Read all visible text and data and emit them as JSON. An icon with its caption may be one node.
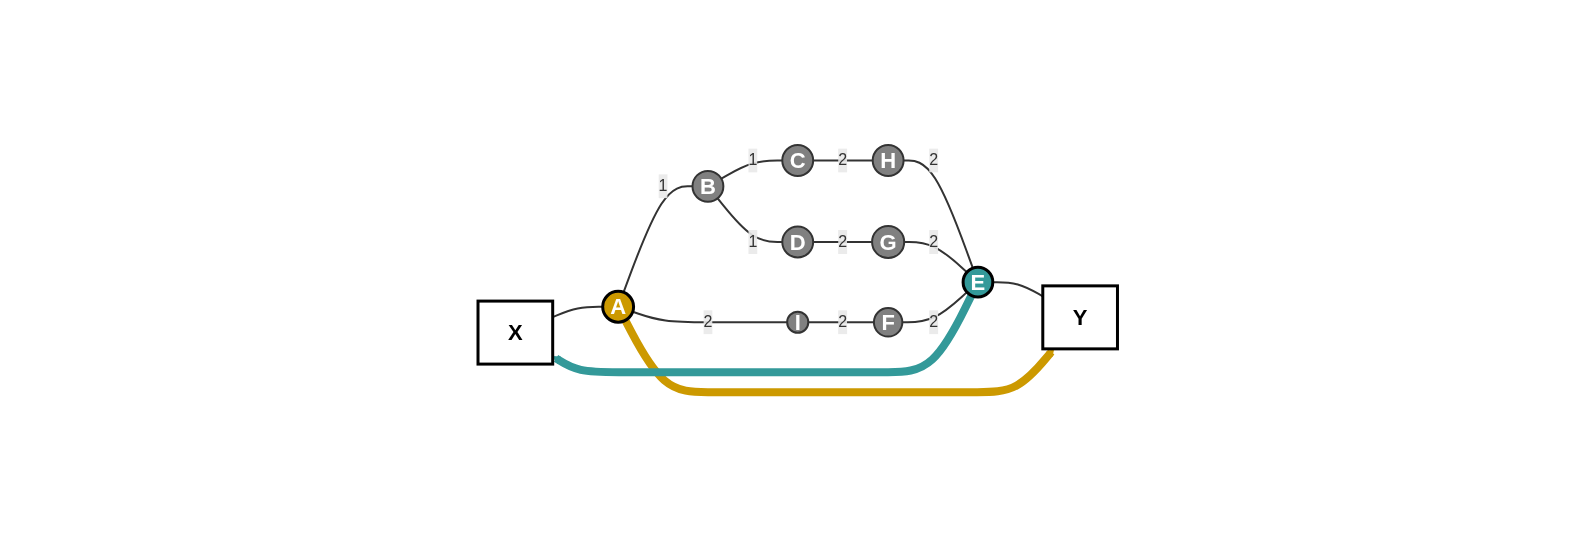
{
  "diagram": {
    "nodes": [
      {
        "text": [
          "X"
        ]
      },
      {
        "text": [
          "A"
        ]
      },
      {
        "text": [
          "B"
        ]
      },
      {
        "text": [
          "C"
        ]
      },
      {
        "text": [
          "D"
        ]
      },
      {
        "text": [
          "H"
        ]
      },
      {
        "text": [
          "G"
        ]
      },
      {
        "text": [
          "E"
        ]
      },
      {
        "text": [
          "I"
        ]
      },
      {
        "text": [
          "F"
        ]
      },
      {
        "text": [
          "Y"
        ]
      }
    ],
    "edges": [
      {
        "from": 0,
        "to": 1,
        "arrow": "none"
      },
      {
        "from": 1,
        "to": 2,
        "arrow": "none",
        "label": "1"
      },
      {
        "from": 2,
        "to": 3,
        "arrow": "none",
        "label": "1"
      },
      {
        "from": 2,
        "to": 4,
        "arrow": "none",
        "label": "1"
      },
      {
        "from": 3,
        "to": 5,
        "arrow": "none",
        "label": "2"
      },
      {
        "from": 4,
        "to": 6,
        "arrow": "none",
        "label": "2"
      },
      {
        "from": 5,
        "to": 7,
        "arrow": "none",
        "label": "2"
      },
      {
        "from": 6,
        "to": 7,
        "arrow": "none",
        "label": "2"
      },
      {
        "from": 1,
        "to": 8,
        "arrow": "none",
        "label": "2"
      },
      {
        "from": 8,
        "to": 9,
        "arrow": "none",
        "label": "2"
      },
      {
        "from": 9,
        "to": 7,
        "arrow": "none",
        "label": "2"
      },
      {
        "from": 7,
        "to": 10,
        "arrow": "none"
      },
      {
        "from": 1,
        "to": 10,
        "arrow": "to",
        "style": "thick",
        "color": "#cc9900"
      },
      {
        "from": 7,
        "to": 0,
        "arrow": "to",
        "style": "thick",
        "color": "#339999"
      }
    ]
  }
}
